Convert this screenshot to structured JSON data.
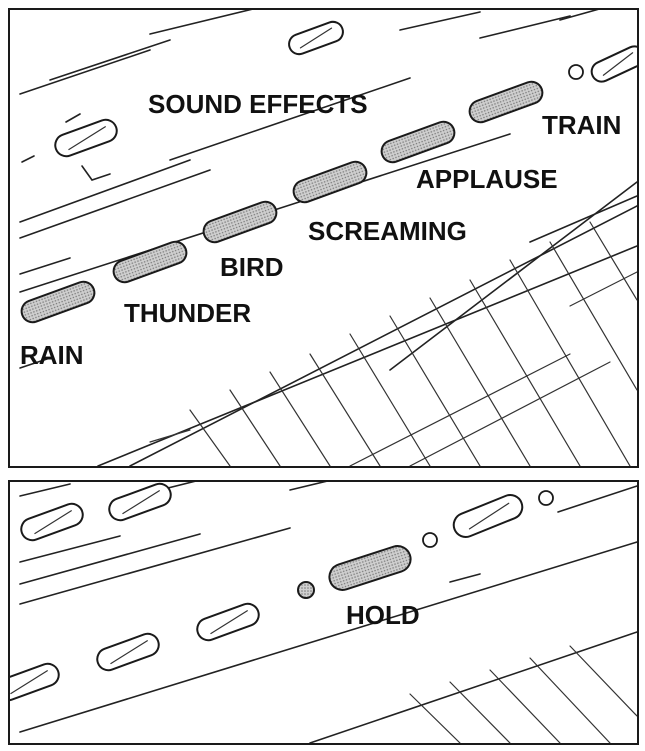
{
  "panel_top": {
    "group_label": "SOUND EFFECTS",
    "buttons": [
      {
        "label": "RAIN"
      },
      {
        "label": "THUNDER"
      },
      {
        "label": "BIRD"
      },
      {
        "label": "SCREAMING"
      },
      {
        "label": "APPLAUSE"
      },
      {
        "label": "TRAIN"
      }
    ]
  },
  "panel_bottom": {
    "hold_label": "HOLD"
  },
  "colors": {
    "ink": "#1a1a1a",
    "button_shade": "#b8b8b8",
    "background": "#ffffff"
  }
}
